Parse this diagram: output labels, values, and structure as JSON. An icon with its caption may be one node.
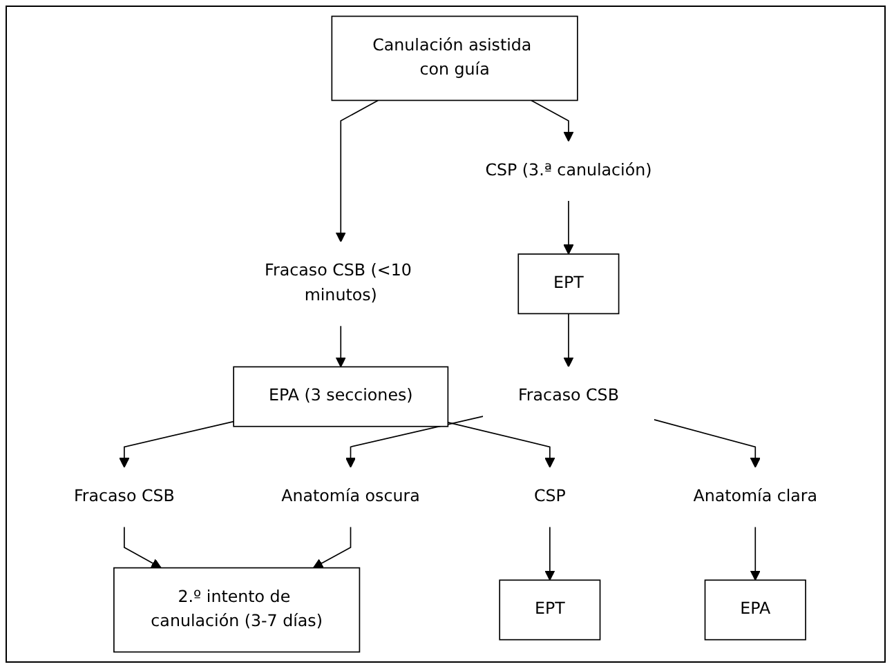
{
  "diagram": {
    "nodes": [
      {
        "text": [
          "Canulación asistida con guía"
        ]
      },
      {
        "text": [
          "Fracaso CSB (<10 minutos)"
        ]
      },
      {
        "text": [
          "CSP (3.ª canulación)"
        ]
      },
      {
        "text": [
          "EPA (3 secciones)"
        ]
      },
      {
        "text": [
          "EPT"
        ]
      },
      {
        "text": [
          "Fracaso CSB"
        ]
      },
      {
        "text": [
          "CSP"
        ]
      },
      {
        "text": [
          "Fracaso CSB"
        ]
      },
      {
        "text": [
          "Anatomía clara"
        ]
      },
      {
        "text": [
          "Anatomía oscura"
        ]
      },
      {
        "text": [
          "EPT"
        ]
      },
      {
        "text": [
          "EPA"
        ]
      },
      {
        "text": [
          "2.º intento de canulación (3-7 días)"
        ]
      }
    ],
    "edges": [
      {
        "from": 0,
        "to": 1,
        "arrow": "to"
      },
      {
        "from": 0,
        "to": 2,
        "arrow": "to"
      },
      {
        "from": 1,
        "to": 3,
        "arrow": "to"
      },
      {
        "from": 2,
        "to": 4,
        "arrow": "to"
      },
      {
        "from": 3,
        "to": 5,
        "arrow": "to"
      },
      {
        "from": 3,
        "to": 6,
        "arrow": "to"
      },
      {
        "from": 4,
        "to": 7,
        "arrow": "to"
      },
      {
        "from": 7,
        "to": 8,
        "arrow": "to"
      },
      {
        "from": 7,
        "to": 9,
        "arrow": "to"
      },
      {
        "from": 6,
        "to": 10,
        "arrow": "to"
      },
      {
        "from": 8,
        "to": 11,
        "arrow": "to"
      },
      {
        "from": 5,
        "to": 12,
        "arrow": "to"
      },
      {
        "from": 9,
        "to": 12,
        "arrow": "to"
      }
    ]
  }
}
